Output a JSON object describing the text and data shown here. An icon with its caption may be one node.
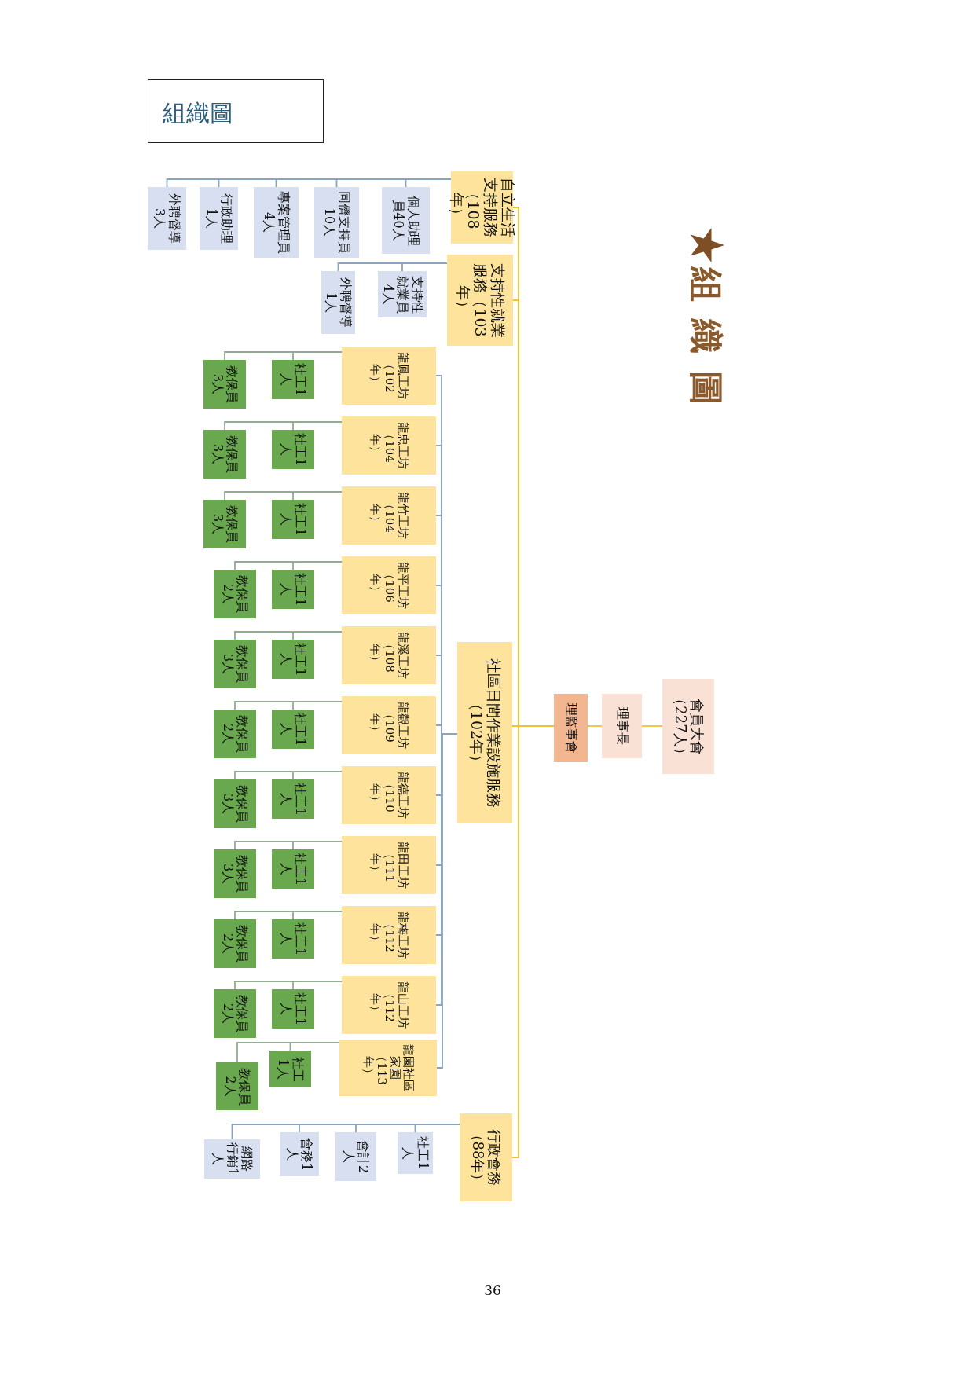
{
  "diagram": {
    "title": "組織圖",
    "nodes": [
      {
        "text": [
          "會員大會（227人）"
        ]
      },
      {
        "text": [
          "理事長"
        ]
      },
      {
        "text": [
          "理監事會"
        ]
      },
      {
        "text": [
          "自立生活支持服務（108年）"
        ]
      },
      {
        "text": [
          "個人助理員40人"
        ]
      },
      {
        "text": [
          "同儕支持員10人"
        ]
      },
      {
        "text": [
          "專案管理員4人"
        ]
      },
      {
        "text": [
          "行政助理1人"
        ]
      },
      {
        "text": [
          "外聘督導3人"
        ]
      },
      {
        "text": [
          "支持性就業服務（103年）"
        ]
      },
      {
        "text": [
          "支持性就業員4人"
        ]
      },
      {
        "text": [
          "外聘督導1人"
        ]
      },
      {
        "text": [
          "社區日間作業設施服務（102年）"
        ]
      },
      {
        "text": [
          "龍鳳工坊（102年）"
        ]
      },
      {
        "text": [
          "社工1人"
        ]
      },
      {
        "text": [
          "教保員3人"
        ]
      },
      {
        "text": [
          "龍忠工坊（104年）"
        ]
      },
      {
        "text": [
          "社工1人"
        ]
      },
      {
        "text": [
          "教保員3人"
        ]
      },
      {
        "text": [
          "龍竹工坊（104年）"
        ]
      },
      {
        "text": [
          "社工1人"
        ]
      },
      {
        "text": [
          "教保員3人"
        ]
      },
      {
        "text": [
          "龍平工坊（106年）"
        ]
      },
      {
        "text": [
          "社工1人"
        ]
      },
      {
        "text": [
          "教保員2人"
        ]
      },
      {
        "text": [
          "龍溪工坊（108年）"
        ]
      },
      {
        "text": [
          "社工1人"
        ]
      },
      {
        "text": [
          "教保員3人"
        ]
      },
      {
        "text": [
          "龍觀工坊（109年）"
        ]
      },
      {
        "text": [
          "社工1人"
        ]
      },
      {
        "text": [
          "教保員2人"
        ]
      },
      {
        "text": [
          "龍德工坊（110年）"
        ]
      },
      {
        "text": [
          "社工1人"
        ]
      },
      {
        "text": [
          "教保員3人"
        ]
      },
      {
        "text": [
          "龍田工坊（111年）"
        ]
      },
      {
        "text": [
          "社工1人"
        ]
      },
      {
        "text": [
          "教保員3人"
        ]
      },
      {
        "text": [
          "龍梅工坊（112年）"
        ]
      },
      {
        "text": [
          "社工1人"
        ]
      },
      {
        "text": [
          "教保員2人"
        ]
      },
      {
        "text": [
          "龍山工坊（112年）"
        ]
      },
      {
        "text": [
          "社工1人"
        ]
      },
      {
        "text": [
          "教保員2人"
        ]
      },
      {
        "text": [
          "龍園社區家園（113年）"
        ]
      },
      {
        "text": [
          "社工1人"
        ]
      },
      {
        "text": [
          "教保員2人"
        ]
      },
      {
        "text": [
          "行政會務（88年）"
        ]
      },
      {
        "text": [
          "社工1人"
        ]
      },
      {
        "text": [
          "會計2人"
        ]
      },
      {
        "text": [
          "會務1人"
        ]
      },
      {
        "text": [
          "網路行銷1人"
        ]
      }
    ],
    "edges": [
      {
        "from": 0,
        "to": 1,
        "arrow": "none",
        "color": "#f2c12e"
      },
      {
        "from": 1,
        "to": 2,
        "arrow": "none",
        "color": "#f2c12e"
      },
      {
        "from": 2,
        "to": 3,
        "arrow": "none",
        "color": "#f2c12e"
      },
      {
        "from": 2,
        "to": 9,
        "arrow": "none",
        "color": "#f2c12e"
      },
      {
        "from": 2,
        "to": 12,
        "arrow": "none",
        "color": "#f2c12e"
      },
      {
        "from": 2,
        "to": 46,
        "arrow": "none",
        "color": "#f2c12e"
      },
      {
        "from": 3,
        "to": 4,
        "arrow": "none"
      },
      {
        "from": 3,
        "to": 5,
        "arrow": "none"
      },
      {
        "from": 3,
        "to": 6,
        "arrow": "none"
      },
      {
        "from": 3,
        "to": 7,
        "arrow": "none"
      },
      {
        "from": 3,
        "to": 8,
        "arrow": "none"
      },
      {
        "from": 9,
        "to": 10,
        "arrow": "none"
      },
      {
        "from": 9,
        "to": 11,
        "arrow": "none"
      },
      {
        "from": 12,
        "to": 13,
        "arrow": "none"
      },
      {
        "from": 12,
        "to": 16,
        "arrow": "none"
      },
      {
        "from": 12,
        "to": 19,
        "arrow": "none"
      },
      {
        "from": 12,
        "to": 22,
        "arrow": "none"
      },
      {
        "from": 12,
        "to": 25,
        "arrow": "none"
      },
      {
        "from": 12,
        "to": 28,
        "arrow": "none"
      },
      {
        "from": 12,
        "to": 31,
        "arrow": "none"
      },
      {
        "from": 12,
        "to": 34,
        "arrow": "none"
      },
      {
        "from": 12,
        "to": 37,
        "arrow": "none"
      },
      {
        "from": 12,
        "to": 40,
        "arrow": "none"
      },
      {
        "from": 12,
        "to": 43,
        "arrow": "none"
      },
      {
        "from": 13,
        "to": 14,
        "arrow": "none",
        "color": "#93ab93"
      },
      {
        "from": 13,
        "to": 15,
        "arrow": "none",
        "color": "#93ab93"
      },
      {
        "from": 16,
        "to": 17,
        "arrow": "none",
        "color": "#93ab93"
      },
      {
        "from": 16,
        "to": 18,
        "arrow": "none",
        "color": "#93ab93"
      },
      {
        "from": 19,
        "to": 20,
        "arrow": "none",
        "color": "#93ab93"
      },
      {
        "from": 19,
        "to": 21,
        "arrow": "none",
        "color": "#93ab93"
      },
      {
        "from": 22,
        "to": 23,
        "arrow": "none",
        "color": "#93ab93"
      },
      {
        "from": 22,
        "to": 24,
        "arrow": "none",
        "color": "#93ab93"
      },
      {
        "from": 25,
        "to": 26,
        "arrow": "none",
        "color": "#93ab93"
      },
      {
        "from": 25,
        "to": 27,
        "arrow": "none",
        "color": "#93ab93"
      },
      {
        "from": 28,
        "to": 29,
        "arrow": "none",
        "color": "#93ab93"
      },
      {
        "from": 28,
        "to": 30,
        "arrow": "none",
        "color": "#93ab93"
      },
      {
        "from": 31,
        "to": 32,
        "arrow": "none",
        "color": "#93ab93"
      },
      {
        "from": 31,
        "to": 33,
        "arrow": "none",
        "color": "#93ab93"
      },
      {
        "from": 34,
        "to": 35,
        "arrow": "none",
        "color": "#93ab93"
      },
      {
        "from": 34,
        "to": 36,
        "arrow": "none",
        "color": "#93ab93"
      },
      {
        "from": 37,
        "to": 38,
        "arrow": "none",
        "color": "#93ab93"
      },
      {
        "from": 37,
        "to": 39,
        "arrow": "none",
        "color": "#93ab93"
      },
      {
        "from": 40,
        "to": 41,
        "arrow": "none",
        "color": "#93ab93"
      },
      {
        "from": 40,
        "to": 42,
        "arrow": "none",
        "color": "#93ab93"
      },
      {
        "from": 43,
        "to": 44,
        "arrow": "none",
        "color": "#93ab93"
      },
      {
        "from": 43,
        "to": 45,
        "arrow": "none",
        "color": "#93ab93"
      },
      {
        "from": 46,
        "to": 47,
        "arrow": "none"
      },
      {
        "from": 46,
        "to": 48,
        "arrow": "none"
      },
      {
        "from": 46,
        "to": 49,
        "arrow": "none"
      },
      {
        "from": 46,
        "to": 50,
        "arrow": "none"
      }
    ],
    "labels": [
      "組織圖",
      "36"
    ]
  }
}
